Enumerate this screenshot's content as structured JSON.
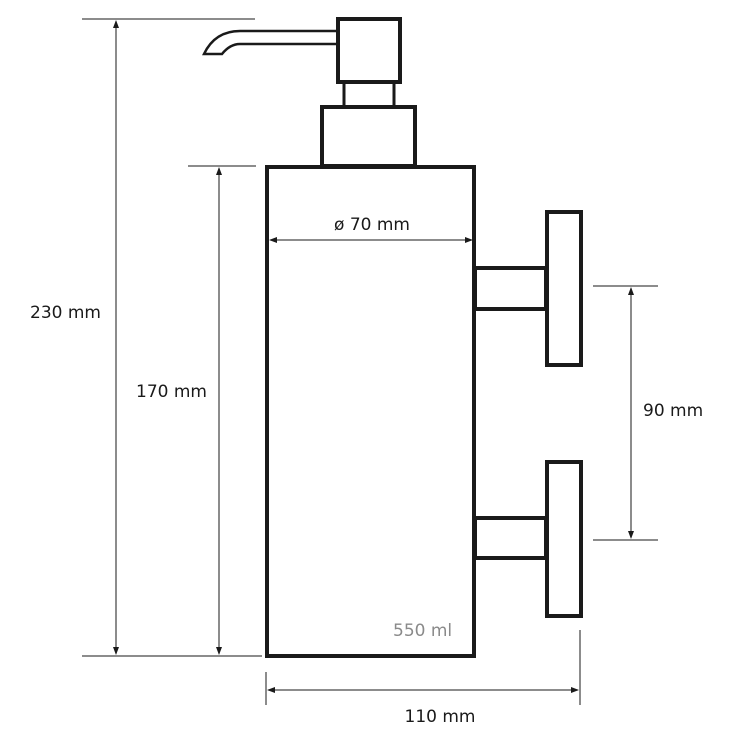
{
  "dimensions": {
    "total_height": "230 mm",
    "body_height": "170 mm",
    "diameter": "ø 70 mm",
    "bracket_spacing": "90 mm",
    "total_depth": "110 mm"
  },
  "capacity": "550 ml",
  "colors": {
    "line": "#1a1a1a",
    "capacity_text": "#8a8a8a"
  }
}
